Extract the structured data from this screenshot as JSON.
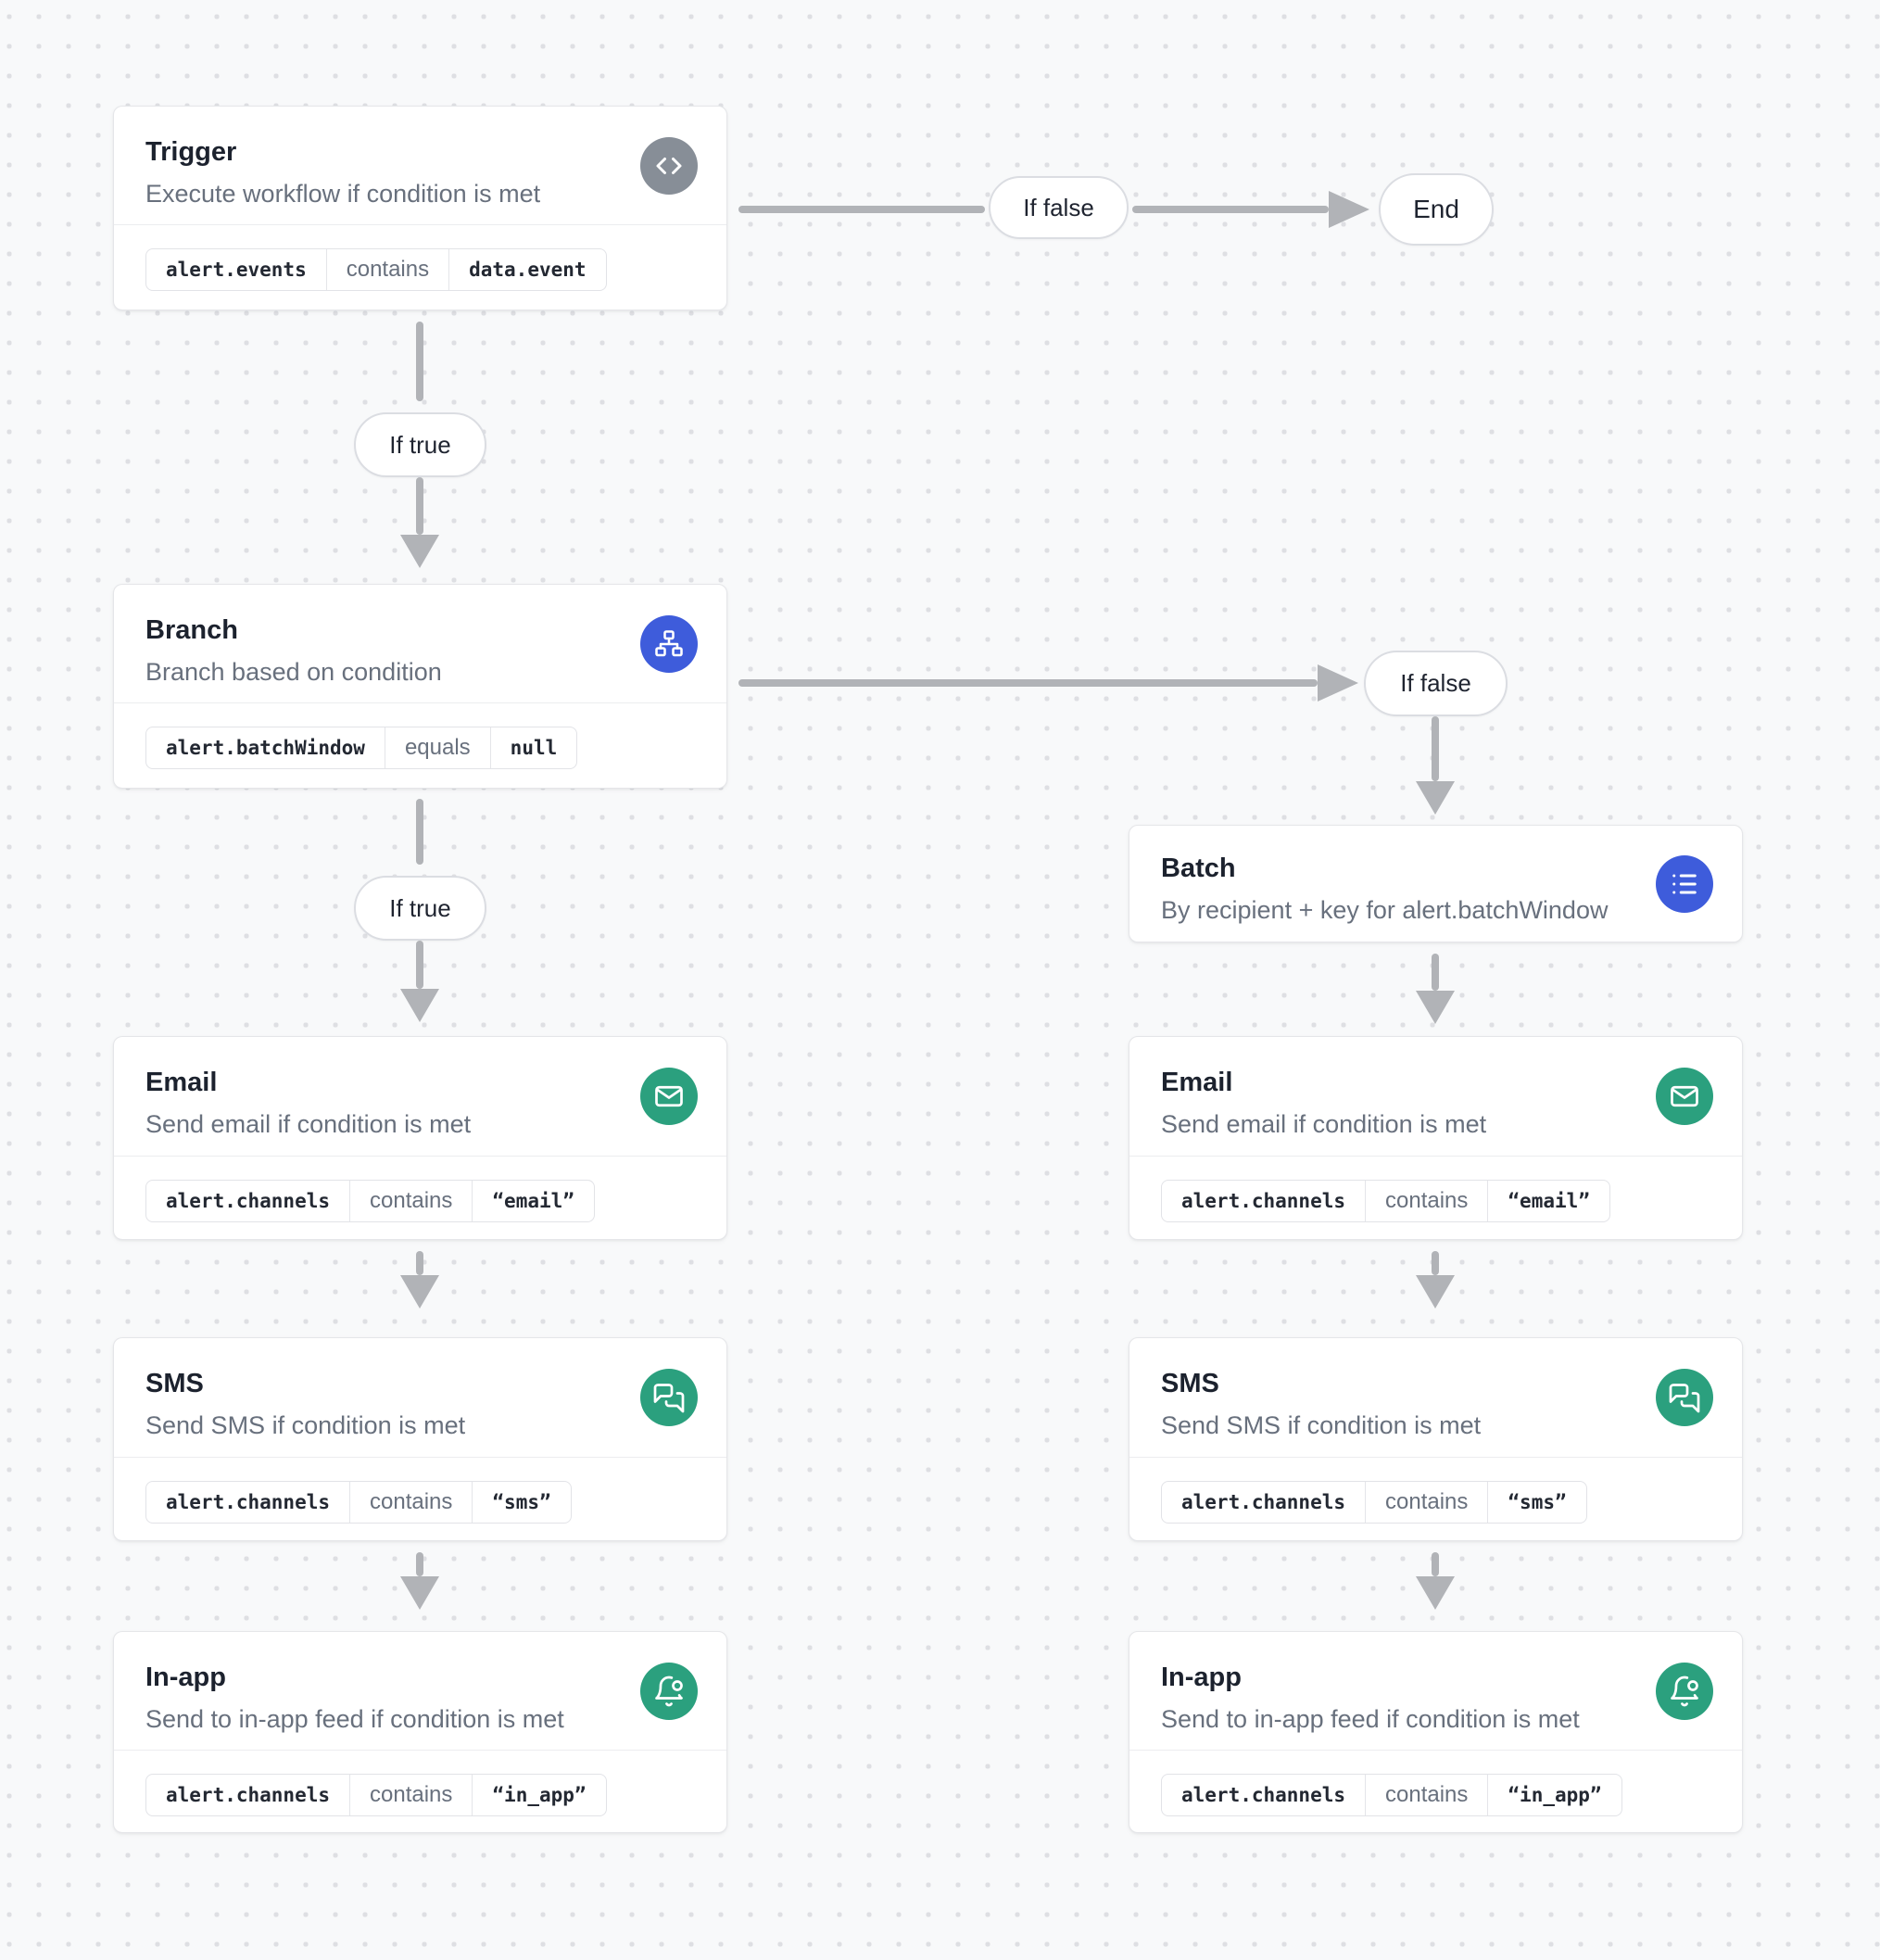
{
  "edges": {
    "if_true_label": "If true",
    "if_false_label": "If false",
    "end_label": "End"
  },
  "colors": {
    "trigger_icon": "#878E97",
    "branch_icon": "#3E5CDB",
    "batch_icon": "#3E5CDB",
    "channel_icon": "#2BA07E",
    "arrow": "#B1B3B7"
  },
  "nodes": {
    "trigger": {
      "title": "Trigger",
      "subtitle": "Execute workflow if condition is met",
      "icon": "code-icon",
      "icon_color": "#878E97",
      "condition": {
        "field": "alert.events",
        "operator": "contains",
        "value": "data.event"
      }
    },
    "branch": {
      "title": "Branch",
      "subtitle": "Branch based on condition",
      "icon": "sitemap-icon",
      "icon_color": "#3E5CDB",
      "condition": {
        "field": "alert.batchWindow",
        "operator": "equals",
        "value": "null"
      }
    },
    "batch": {
      "title": "Batch",
      "subtitle": "By recipient + key for alert.batchWindow",
      "icon": "list-icon",
      "icon_color": "#3E5CDB"
    },
    "email_left": {
      "title": "Email",
      "subtitle": "Send email if condition is met",
      "icon": "mail-icon",
      "icon_color": "#2BA07E",
      "condition": {
        "field": "alert.channels",
        "operator": "contains",
        "value": "“email”"
      }
    },
    "sms_left": {
      "title": "SMS",
      "subtitle": "Send SMS if condition is met",
      "icon": "chat-bubbles-icon",
      "icon_color": "#2BA07E",
      "condition": {
        "field": "alert.channels",
        "operator": "contains",
        "value": "“sms”"
      }
    },
    "inapp_left": {
      "title": "In-app",
      "subtitle": "Send to in-app feed if condition is met",
      "icon": "bell-dot-icon",
      "icon_color": "#2BA07E",
      "condition": {
        "field": "alert.channels",
        "operator": "contains",
        "value": "“in_app”"
      }
    },
    "email_right": {
      "title": "Email",
      "subtitle": "Send email if condition is met",
      "icon": "mail-icon",
      "icon_color": "#2BA07E",
      "condition": {
        "field": "alert.channels",
        "operator": "contains",
        "value": "“email”"
      }
    },
    "sms_right": {
      "title": "SMS",
      "subtitle": "Send SMS if condition is met",
      "icon": "chat-bubbles-icon",
      "icon_color": "#2BA07E",
      "condition": {
        "field": "alert.channels",
        "operator": "contains",
        "value": "“sms”"
      }
    },
    "inapp_right": {
      "title": "In-app",
      "subtitle": "Send to in-app feed if condition is met",
      "icon": "bell-dot-icon",
      "icon_color": "#2BA07E",
      "condition": {
        "field": "alert.channels",
        "operator": "contains",
        "value": "“in_app”"
      }
    }
  }
}
